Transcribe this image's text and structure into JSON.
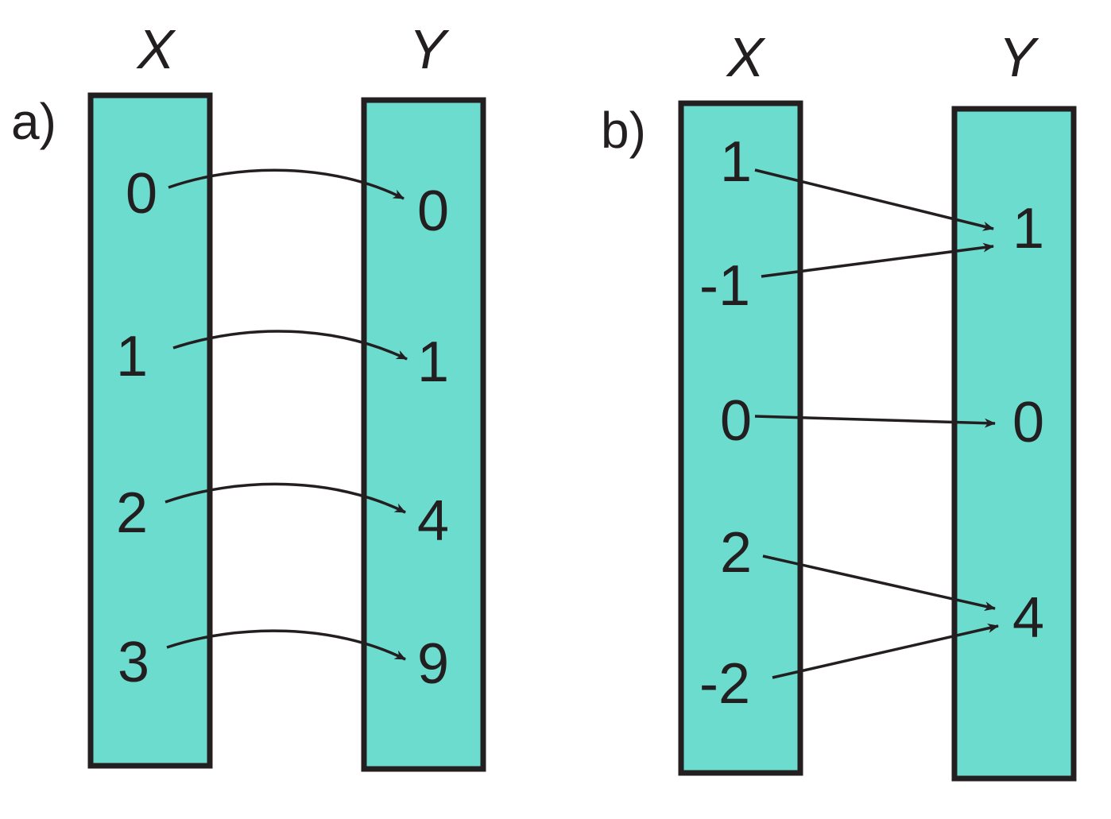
{
  "panels": [
    {
      "label": "a)",
      "x_title": "X",
      "y_title": "Y",
      "x_values": [
        "0",
        "1",
        "2",
        "3"
      ],
      "y_values": [
        "0",
        "1",
        "4",
        "9"
      ],
      "mappings": [
        {
          "from": "0",
          "to": "0"
        },
        {
          "from": "1",
          "to": "1"
        },
        {
          "from": "2",
          "to": "4"
        },
        {
          "from": "3",
          "to": "9"
        }
      ]
    },
    {
      "label": "b)",
      "x_title": "X",
      "y_title": "Y",
      "x_values": [
        "1",
        "-1",
        "0",
        "2",
        "-2"
      ],
      "y_values": [
        "1",
        "0",
        "4"
      ],
      "mappings": [
        {
          "from": "1",
          "to": "1"
        },
        {
          "from": "-1",
          "to": "1"
        },
        {
          "from": "0",
          "to": "0"
        },
        {
          "from": "2",
          "to": "4"
        },
        {
          "from": "-2",
          "to": "4"
        }
      ]
    }
  ],
  "colors": {
    "box_fill": "#6cdccf",
    "stroke": "#231f20"
  }
}
